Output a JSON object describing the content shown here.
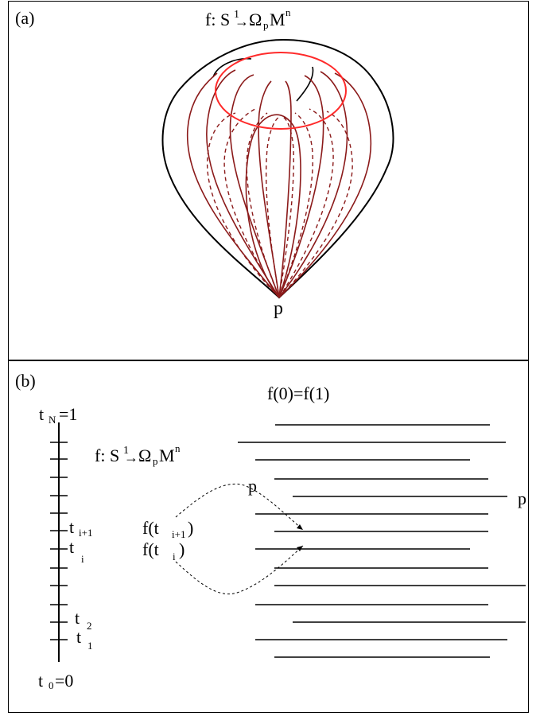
{
  "panel_a": {
    "label": "(a)",
    "title": {
      "base": "f: S",
      "sup1": "1",
      "arrow": "→",
      "omega": "Ω",
      "sub_p": "p",
      "M": "M",
      "sup_n": "n"
    },
    "point_label": "p",
    "colors": {
      "outline": "#000000",
      "circle": "#ff2a2a",
      "curve": "#8b1a1a"
    }
  },
  "panel_b": {
    "label": "(b)",
    "top_eq": "f(0)=f(1)",
    "map": {
      "base": "f: S",
      "sup1": "1",
      "arrow": "→",
      "omega": "Ω",
      "sub_p": "p",
      "M": "M",
      "sup_n": "n"
    },
    "axis": {
      "tN": {
        "t": "t",
        "sub": "N",
        "rest": "=1"
      },
      "tip1": {
        "t": "t",
        "sub": "i+1"
      },
      "ti": {
        "t": "t",
        "sub": "i"
      },
      "t2": {
        "t": "t",
        "sub": "2"
      },
      "t1": {
        "t": "t",
        "sub": "1"
      },
      "t0": {
        "t": "t",
        "sub": "0",
        "rest": "=0"
      }
    },
    "f_tip1": {
      "pre": "f(t",
      "sub": "i+1",
      "post": ")"
    },
    "f_ti": {
      "pre": "f(t",
      "sub": "i",
      "post": ")"
    },
    "p_left": "p",
    "p_right": "p"
  }
}
